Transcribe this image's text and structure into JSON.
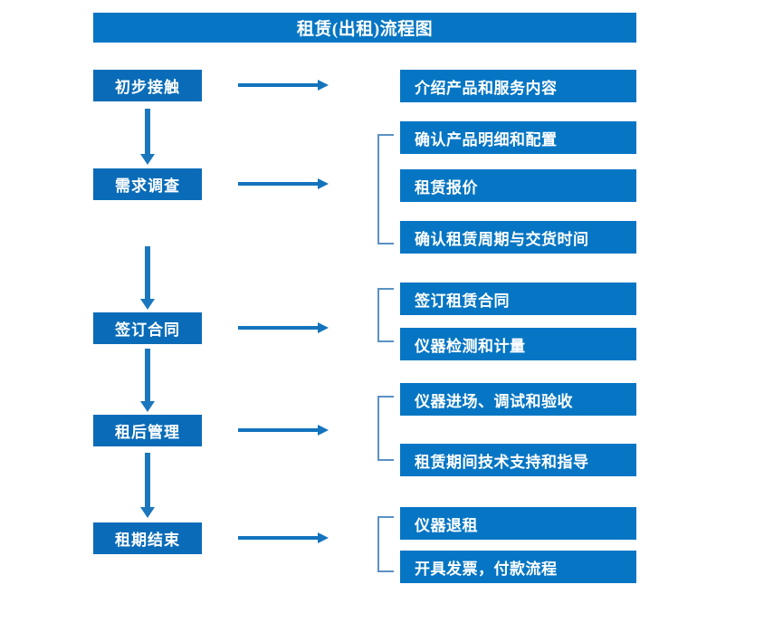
{
  "diagram": {
    "title": "租赁(出租)流程图",
    "type": "flowchart",
    "colors": {
      "title_bar": "#0676c4",
      "stage_box": "#0a6cb8",
      "detail_box": "#0676c4",
      "arrow": "#1374bd",
      "bracket": "#5b91c4",
      "text": "#ffffff",
      "background": "#ffffff"
    },
    "stages": [
      {
        "id": "stage-1",
        "label": "初步接触"
      },
      {
        "id": "stage-2",
        "label": "需求调查"
      },
      {
        "id": "stage-3",
        "label": "签订合同"
      },
      {
        "id": "stage-4",
        "label": "租后管理"
      },
      {
        "id": "stage-5",
        "label": "租期结束"
      }
    ],
    "detail_groups": [
      {
        "id": "group-1",
        "stage": "初步接触",
        "bracketed": false,
        "items": [
          {
            "id": "detail-1-1",
            "label": "介绍产品和服务内容"
          }
        ]
      },
      {
        "id": "group-2",
        "stage": "需求调查",
        "bracketed": true,
        "items": [
          {
            "id": "detail-2-1",
            "label": "确认产品明细和配置"
          },
          {
            "id": "detail-2-2",
            "label": "租赁报价"
          },
          {
            "id": "detail-2-3",
            "label": "确认租赁周期与交货时间"
          }
        ]
      },
      {
        "id": "group-3",
        "stage": "签订合同",
        "bracketed": true,
        "items": [
          {
            "id": "detail-3-1",
            "label": "签订租赁合同"
          },
          {
            "id": "detail-3-2",
            "label": "仪器检测和计量"
          }
        ]
      },
      {
        "id": "group-4",
        "stage": "租后管理",
        "bracketed": true,
        "items": [
          {
            "id": "detail-4-1",
            "label": "仪器进场、调试和验收"
          },
          {
            "id": "detail-4-2",
            "label": "租赁期间技术支持和指导"
          }
        ]
      },
      {
        "id": "group-5",
        "stage": "租期结束",
        "bracketed": true,
        "items": [
          {
            "id": "detail-5-1",
            "label": "仪器退租"
          },
          {
            "id": "detail-5-2",
            "label": "开具发票，付款流程"
          }
        ]
      }
    ],
    "connectors": {
      "vertical_arrows": 4,
      "horizontal_arrows": 5,
      "brackets": 4
    }
  }
}
